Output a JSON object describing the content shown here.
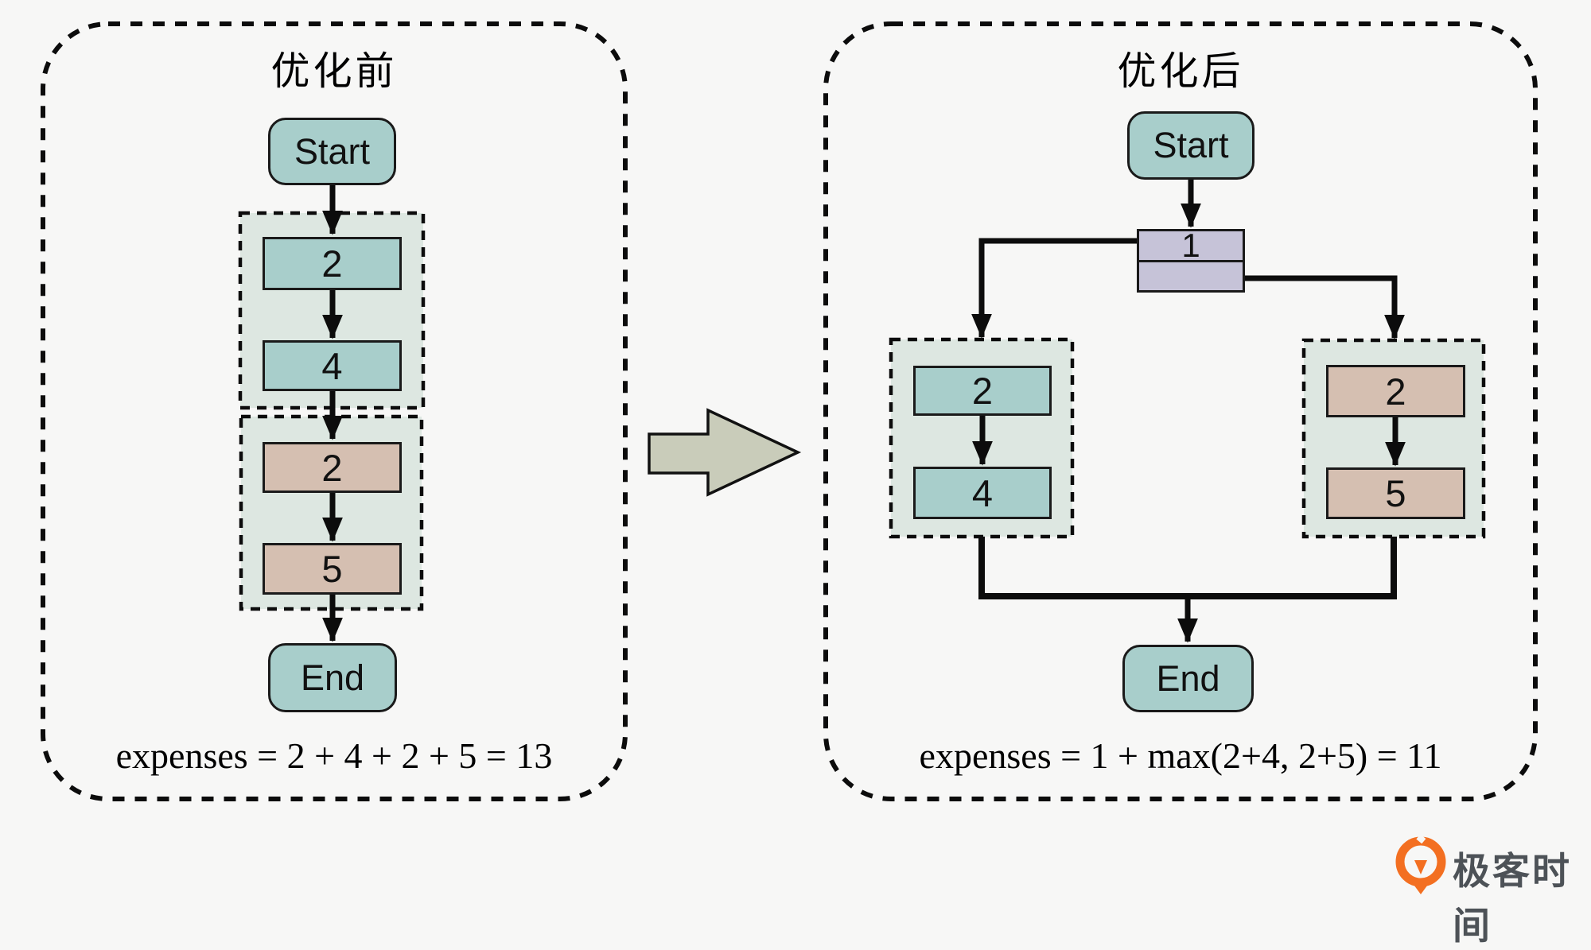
{
  "colors": {
    "background": "#f7f7f6",
    "teal_node": "#a8cecb",
    "tan_node": "#d5bfb1",
    "lavender_fork_node": "#c6c3d8",
    "group_fill": "#dde7e1",
    "block_arrow_fill": "#c9ccba",
    "line_black": "#0c0c0c",
    "logo_orange": "#f36f21",
    "logo_text_gray": "#4d5257"
  },
  "left_panel": {
    "title": "优化前",
    "start_label": "Start",
    "group1_nodes": [
      "2",
      "4"
    ],
    "group2_nodes": [
      "2",
      "5"
    ],
    "end_label": "End",
    "formula": "expenses = 2 + 4 + 2 + 5 = 13"
  },
  "right_panel": {
    "title": "优化后",
    "start_label": "Start",
    "fork_label": "1",
    "left_branch_nodes": [
      "2",
      "4"
    ],
    "right_branch_nodes": [
      "2",
      "5"
    ],
    "end_label": "End",
    "formula": "expenses = 1 + max(2+4, 2+5) = 11"
  },
  "footer": {
    "logo_text": "极客时间"
  }
}
